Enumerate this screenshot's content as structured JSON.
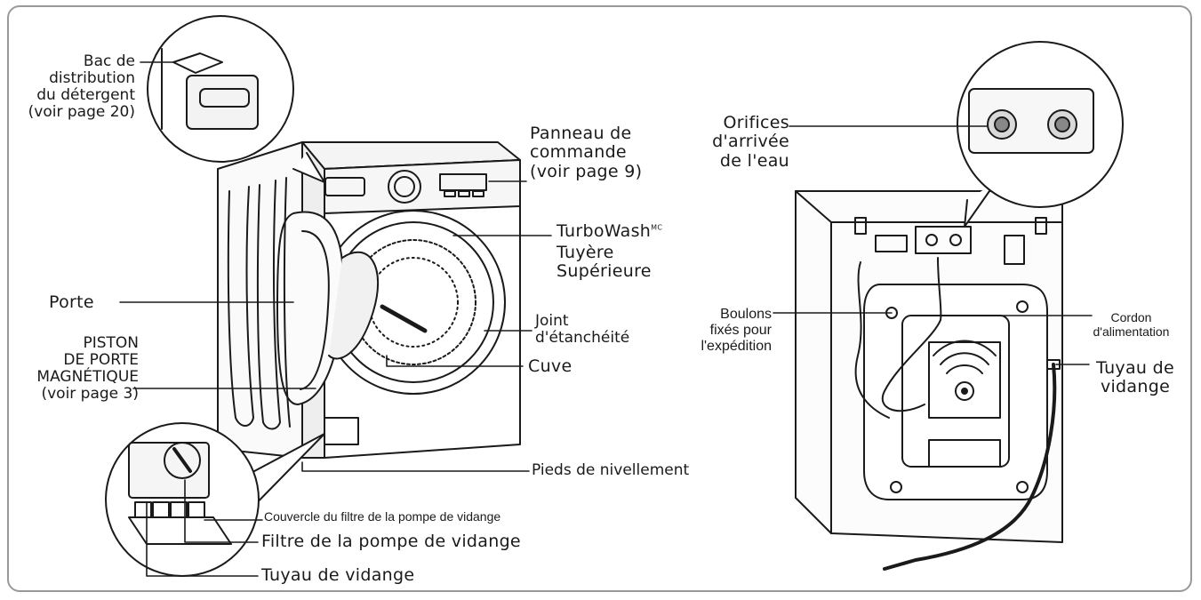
{
  "labels": {
    "bac": "Bac de\ndistribution\ndu détergent\n(voir page 20)",
    "panneau": "Panneau de\ncommande\n(voir page 9)",
    "turbowash": "TurboWash",
    "turbowash_mark": "MC",
    "tuyere": "Tuyère\nSupérieure",
    "joint": "Joint\nd'étanchéité",
    "cuve": "Cuve",
    "porte": "Porte",
    "piston": "PISTON\nDE PORTE\nMAGNÉTIQUE\n(voir page 3)",
    "pieds": "Pieds de nivellement",
    "couvercle": "Couvercle du filtre de la pompe de vidange",
    "filtre": "Filtre de la pompe de vidange",
    "tuyau_front": "Tuyau de vidange",
    "orifices": "Orifices\nd'arrivée\nde l'eau",
    "boulons": "Boulons\nfixés pour\nl'expédition",
    "cordon": "Cordon\nd'alimentation",
    "tuyau_back": "Tuyau de\nvidange"
  },
  "colors": {
    "line": "#1a1a1a",
    "frame": "#9a9a9a"
  }
}
